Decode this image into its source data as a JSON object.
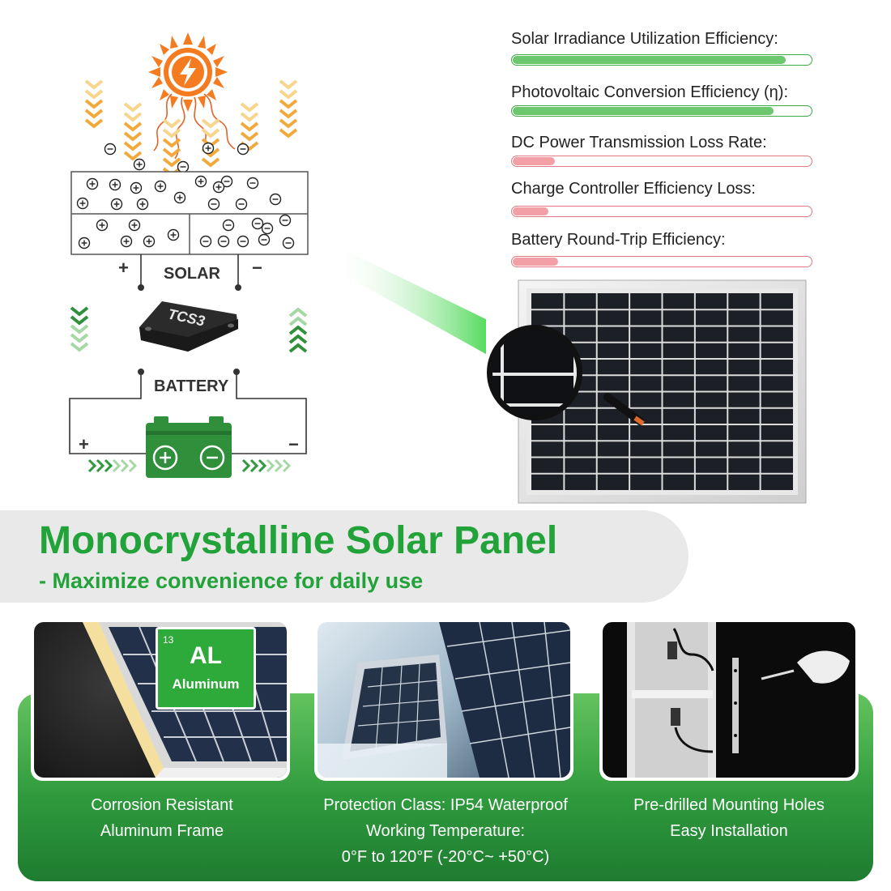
{
  "metrics": [
    {
      "label": "Solar Irradiance Utilization Efficiency:",
      "level": 0.91,
      "color": "#6cc76f",
      "border": "#3daa44"
    },
    {
      "label": "Photovoltaic Conversion Efficiency (η):",
      "level": 0.87,
      "color": "#6cc76f",
      "border": "#3daa44"
    },
    {
      "label": "DC Power Transmission Loss Rate:",
      "level": 0.14,
      "color": "#f2a0a6",
      "border": "#e37b84"
    },
    {
      "label": "Charge Controller Efficiency Loss:",
      "level": 0.12,
      "color": "#f2a0a6",
      "border": "#e37b84"
    },
    {
      "label": "Battery Round-Trip Efficiency:",
      "level": 0.15,
      "color": "#f2a0a6",
      "border": "#e37b84"
    }
  ],
  "diagram": {
    "solar_label": "SOLAR",
    "battery_label": "BATTERY",
    "plus": "+",
    "minus": "−",
    "controller_text": "TCS3"
  },
  "heading": {
    "title": "Monocrystalline Solar Panel",
    "subtitle": "- Maximize convenience for daily use"
  },
  "badge": {
    "number": "13",
    "symbol": "AL",
    "name": "Aluminum"
  },
  "features": [
    {
      "lines": [
        "Corrosion Resistant",
        "Aluminum Frame"
      ]
    },
    {
      "lines": [
        "Protection Class: IP54 Waterproof",
        "Working Temperature:",
        "0°F to 120°F (-20°C~ +50°C)"
      ]
    },
    {
      "lines": [
        "Pre-drilled Mounting Holes",
        "Easy Installation"
      ]
    }
  ],
  "colors": {
    "brand_green": "#22a33a",
    "sun_orange": "#f47b20",
    "arrow_yellow": "#f4b93a"
  }
}
